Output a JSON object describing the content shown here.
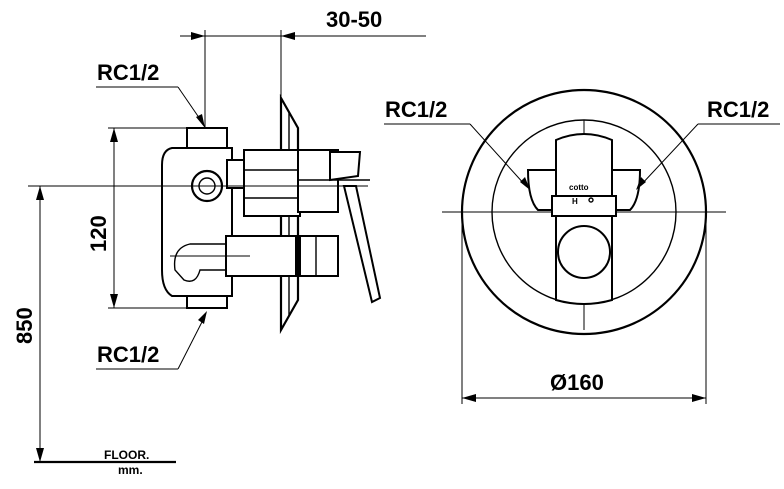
{
  "labels": {
    "depth": "30-50",
    "inlet_top": "RC1/2",
    "inlet_bottom": "RC1/2",
    "spacing": "120",
    "height": "850",
    "floor": "FLOOR.",
    "unit": "mm.",
    "front_left_inlet": "RC1/2",
    "front_right_inlet": "RC1/2",
    "diameter": "Ø160",
    "brand_mark": "cotto"
  }
}
